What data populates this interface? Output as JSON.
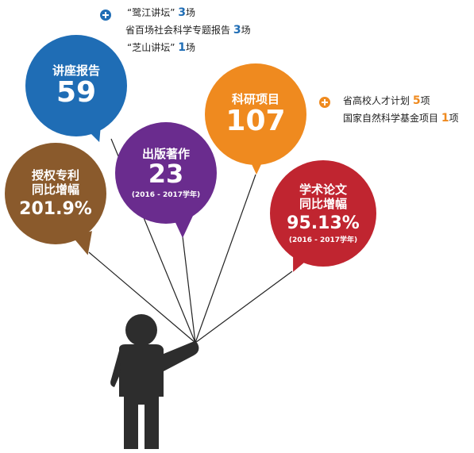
{
  "colors": {
    "blue": "#1f6db5",
    "orange": "#ef8a1f",
    "purple": "#6a2c8e",
    "brown": "#8a5a2c",
    "red": "#c02530",
    "figure": "#2d2d2d",
    "string": "#222222"
  },
  "lectures": {
    "title": "讲座报告",
    "value": "59",
    "details": [
      {
        "label": "“鹭江讲坛”",
        "num": "3",
        "unit": "场"
      },
      {
        "label": "省百场社会科学专题报告",
        "num": "3",
        "unit": "场"
      },
      {
        "label": "“芝山讲坛”",
        "num": "1",
        "unit": "场"
      }
    ]
  },
  "research": {
    "title": "科研项目",
    "value": "107",
    "details": [
      {
        "label": "省高校人才计划",
        "num": "5",
        "unit": "项"
      },
      {
        "label": "国家自然科学基金项目",
        "num": "1",
        "unit": "项"
      }
    ]
  },
  "publications": {
    "title": "出版著作",
    "value": "23",
    "note": "(2016 - 2017学年)"
  },
  "patents": {
    "title_line1": "授权专利",
    "title_line2": "同比增幅",
    "value": "201.9%"
  },
  "papers": {
    "title_line1": "学术论文",
    "title_line2": "同比增幅",
    "value": "95.13%",
    "note": "(2016 - 2017学年)"
  },
  "icons": {
    "plus_lectures": "plus-circle-icon",
    "plus_research": "plus-circle-icon",
    "person": "person-holding-balloons-icon"
  }
}
